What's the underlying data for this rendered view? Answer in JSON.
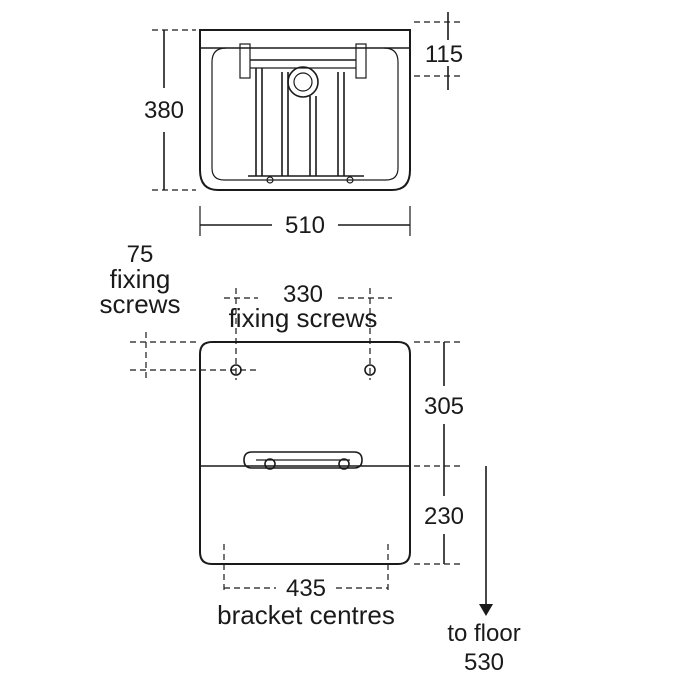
{
  "top_view": {
    "height_label": "380",
    "grate_depth_label": "115",
    "width_label": "510"
  },
  "front_view": {
    "fixing_offset_value": "75",
    "fixing_offset_line1": "fixing",
    "fixing_offset_line2": "screws",
    "fixing_centres_value": "330",
    "fixing_centres_text": "fixing screws",
    "upper_height_label": "305",
    "lower_height_label": "230",
    "bracket_centres_value": "435",
    "bracket_centres_text": "bracket centres",
    "to_floor_text": "to floor",
    "to_floor_value": "530"
  }
}
